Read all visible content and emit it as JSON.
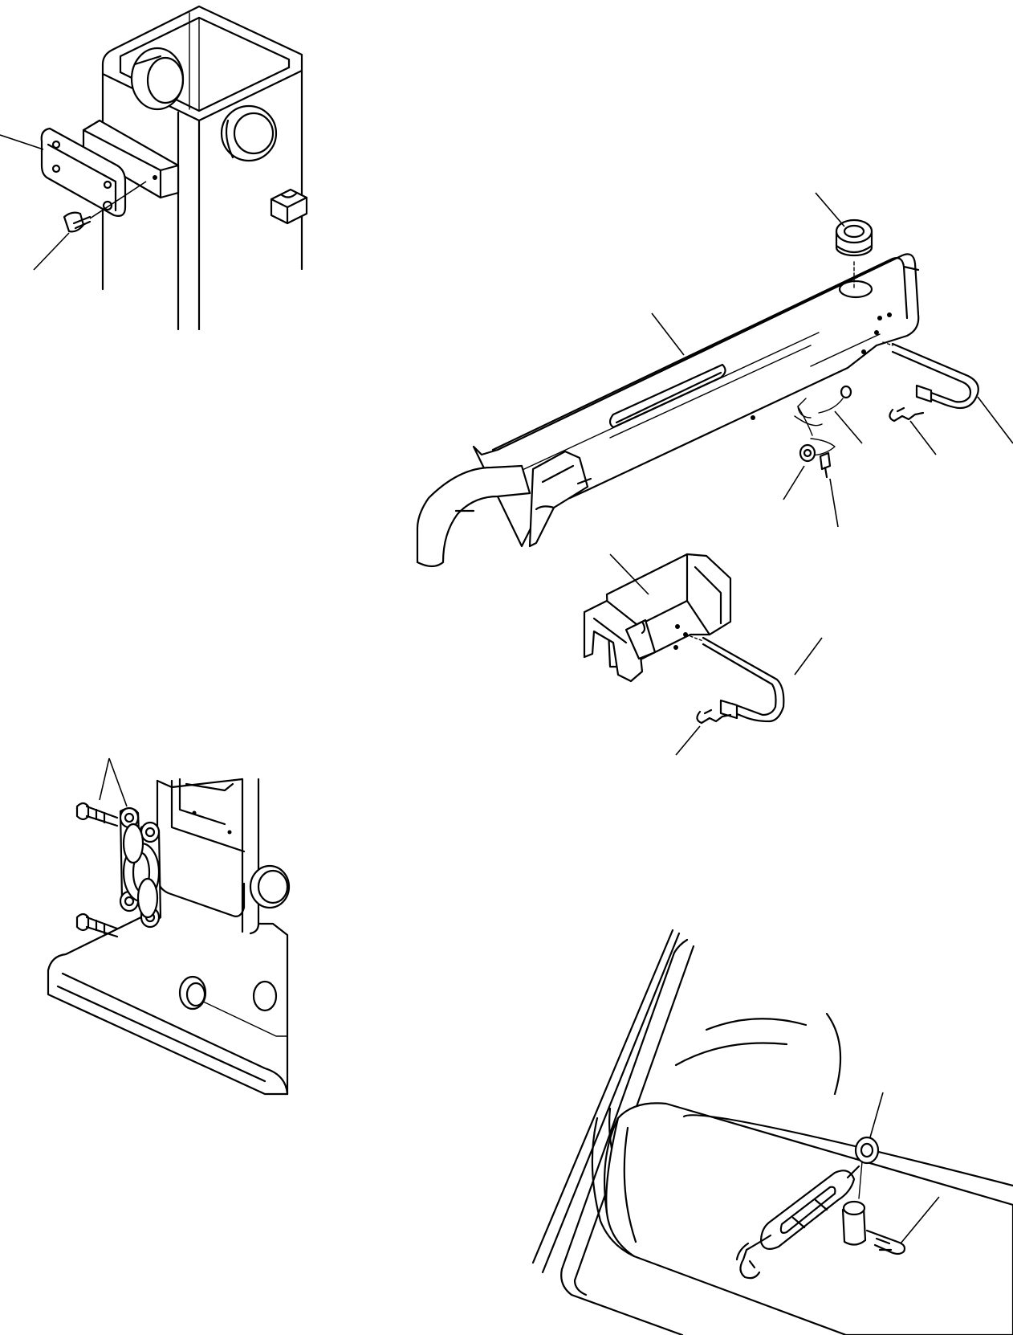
{
  "figure": {
    "views": [
      {
        "id": "upper-left",
        "subject": "column-with-cover-plate"
      },
      {
        "id": "center-right",
        "subject": "tow-arm-assembly"
      },
      {
        "id": "lower-left",
        "subject": "chain-and-bolts"
      },
      {
        "id": "lower-right",
        "subject": "turnbuckle-on-shaft"
      }
    ],
    "colors": {
      "ink": "#000000",
      "paper": "#ffffff"
    }
  }
}
